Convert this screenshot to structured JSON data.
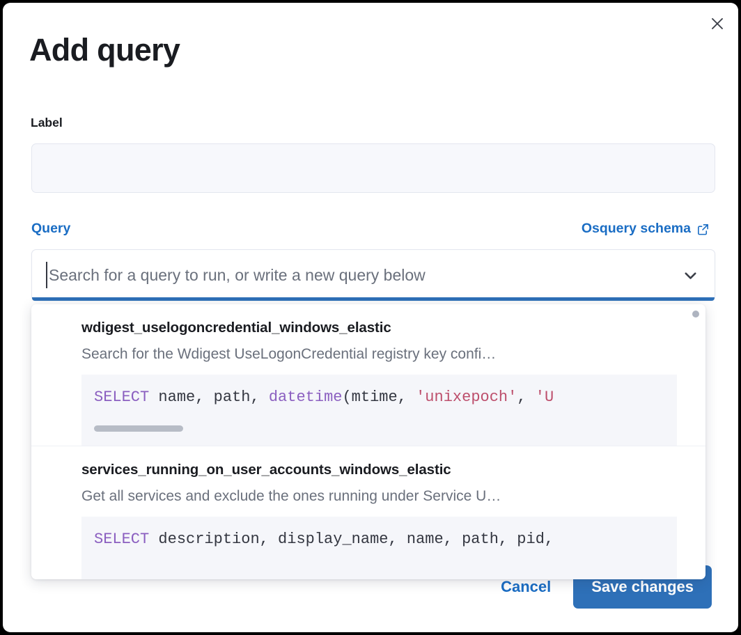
{
  "modal": {
    "title": "Add query",
    "close_icon": "close-icon"
  },
  "colors": {
    "accent_blue": "#2e70b8",
    "link_blue": "#1a6dc4",
    "text_dark": "#1a1c21",
    "text_muted": "#6a707c",
    "input_bg": "#f7f8fc",
    "code_bg": "#f5f6fa",
    "code_keyword": "#8b5fc0",
    "code_string": "#bd4f6c"
  },
  "label_field": {
    "label": "Label",
    "value": "",
    "placeholder": ""
  },
  "query_section": {
    "label": "Query",
    "schema_link": "Osquery schema",
    "schema_link_icon": "external-link-icon"
  },
  "combobox": {
    "value": "",
    "placeholder": "Search for a query to run, or write a new query below",
    "chevron_icon": "chevron-down-icon"
  },
  "dropdown": {
    "options": [
      {
        "title": "wdigest_uselogoncredential_windows_elastic",
        "description": "Search for the Wdigest UseLogonCredential registry key confi…",
        "code_tokens": [
          {
            "t": "SELECT",
            "c": "kw"
          },
          {
            "t": " name, path, ",
            "c": "plain"
          },
          {
            "t": "datetime",
            "c": "fn"
          },
          {
            "t": "(mtime, ",
            "c": "plain"
          },
          {
            "t": "'unixepoch'",
            "c": "str"
          },
          {
            "t": ", ",
            "c": "plain"
          },
          {
            "t": "'U",
            "c": "str"
          }
        ]
      },
      {
        "title": "services_running_on_user_accounts_windows_elastic",
        "description": "Get all services and exclude the ones running under Service U…",
        "code_tokens": [
          {
            "t": "SELECT",
            "c": "kw"
          },
          {
            "t": " description, display_name, name, path, pid,",
            "c": "plain"
          }
        ]
      }
    ]
  },
  "footer": {
    "cancel_label": "Cancel",
    "save_label": "Save changes"
  }
}
